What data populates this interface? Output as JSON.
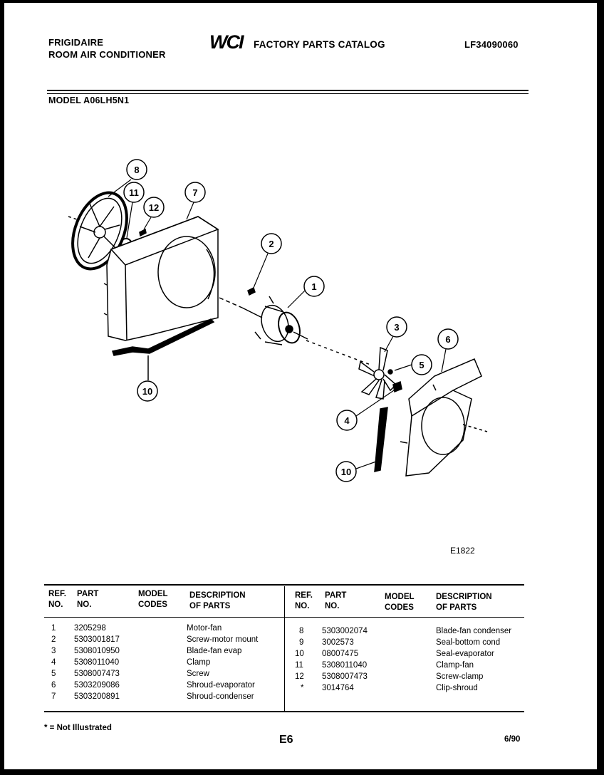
{
  "header": {
    "brand": "FRIGIDAIRE",
    "product": "ROOM AIR CONDITIONER",
    "logo_text": "WCI",
    "catalog_title": "FACTORY PARTS CATALOG",
    "catalog_number": "LF34090060",
    "model_line": "MODEL A06LH5N1"
  },
  "diagram": {
    "figure_id": "E1822",
    "callouts": [
      "8",
      "11",
      "12",
      "7",
      "2",
      "1",
      "10",
      "3",
      "5",
      "6",
      "4",
      "10"
    ]
  },
  "table": {
    "left_headers": {
      "ref": [
        "REF.",
        "NO."
      ],
      "part": [
        "PART",
        "NO."
      ],
      "model": [
        "MODEL",
        "CODES"
      ],
      "desc": [
        "DESCRIPTION",
        "OF PARTS"
      ]
    },
    "right_headers": {
      "ref": [
        "REF.",
        "NO."
      ],
      "part": [
        "PART",
        "NO."
      ],
      "model": [
        "MODEL",
        "CODES"
      ],
      "desc": [
        "DESCRIPTION",
        "OF PARTS"
      ]
    },
    "left_rows": [
      {
        "ref": "1",
        "part": "3205298",
        "desc": "Motor-fan"
      },
      {
        "ref": "2",
        "part": "5303001817",
        "desc": "Screw-motor mount"
      },
      {
        "ref": "3",
        "part": "5308010950",
        "desc": "Blade-fan evap"
      },
      {
        "ref": "4",
        "part": "5308011040",
        "desc": "Clamp"
      },
      {
        "ref": "5",
        "part": "5308007473",
        "desc": "Screw"
      },
      {
        "ref": "6",
        "part": "5303209086",
        "desc": "Shroud-evaporator"
      },
      {
        "ref": "7",
        "part": "5303200891",
        "desc": "Shroud-condenser"
      }
    ],
    "right_rows": [
      {
        "ref": "8",
        "part": "5303002074",
        "desc": "Blade-fan condenser"
      },
      {
        "ref": "9",
        "part": "3002573",
        "desc": "Seal-bottom cond"
      },
      {
        "ref": "10",
        "part": "08007475",
        "desc": "Seal-evaporator"
      },
      {
        "ref": "11",
        "part": "5308011040",
        "desc": "Clamp-fan"
      },
      {
        "ref": "12",
        "part": "5308007473",
        "desc": "Screw-clamp"
      },
      {
        "ref": "*",
        "part": "3014764",
        "desc": "Clip-shroud"
      }
    ]
  },
  "footer": {
    "footnote": "* = Not Illustrated",
    "page": "E6",
    "date": "6/90"
  }
}
